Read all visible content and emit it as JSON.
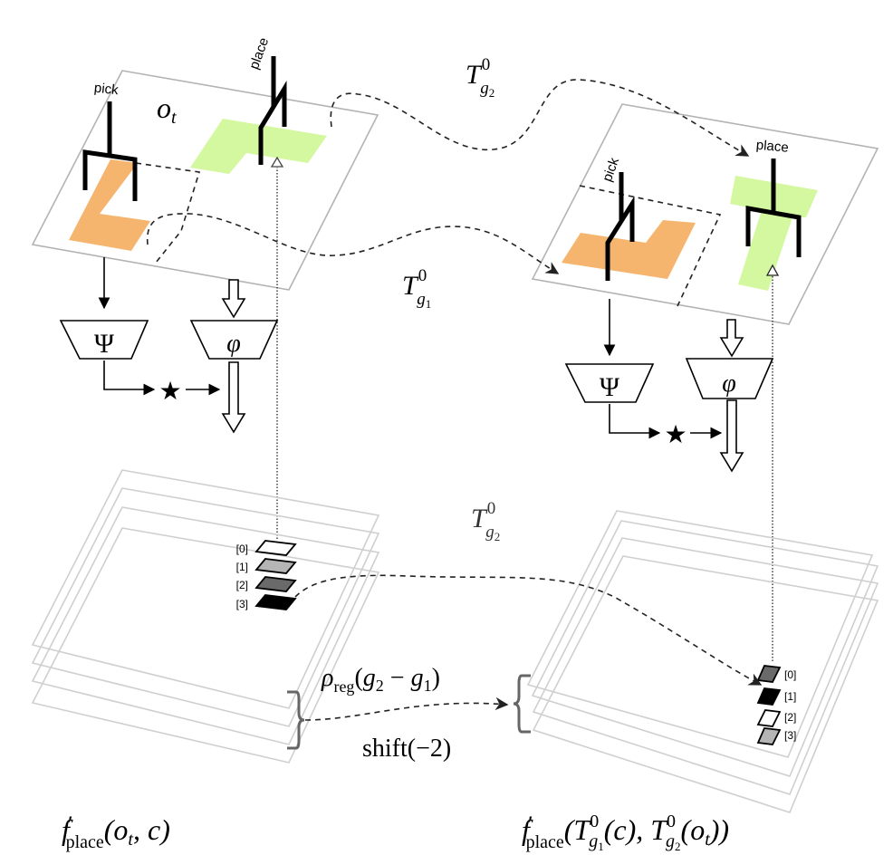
{
  "colors": {
    "pick_object": "#f5b56e",
    "place_target": "#d4f8a0",
    "plane_border": "#b3b3b3",
    "stack_border": "#cfcfcf",
    "brace": "#666666"
  },
  "left_scene": {
    "observation_label": "o",
    "observation_sub": "t",
    "pick_label": "pick",
    "place_label": "place"
  },
  "right_scene": {
    "pick_label": "pick",
    "place_label": "place"
  },
  "transforms": {
    "top": {
      "base": "T",
      "sup": "0",
      "sub": "g",
      "subsub": "2"
    },
    "middle": {
      "base": "T",
      "sup": "0",
      "sub": "g",
      "subsub": "1"
    },
    "lower": {
      "base": "T",
      "sup": "0",
      "sub": "g",
      "subsub": "2"
    }
  },
  "networks": {
    "left": {
      "psi": "Ψ",
      "phi": "φ",
      "star": "★"
    },
    "right": {
      "psi": "Ψ",
      "phi": "φ",
      "star": "★"
    }
  },
  "left_stack": {
    "cells": [
      {
        "label": "[0]",
        "shade": "#ffffff"
      },
      {
        "label": "[1]",
        "shade": "#b5b5b5"
      },
      {
        "label": "[2]",
        "shade": "#6a6a6a"
      },
      {
        "label": "[3]",
        "shade": "#000000"
      }
    ]
  },
  "right_stack": {
    "cells": [
      {
        "label": "[0]",
        "shade": "#6a6a6a"
      },
      {
        "label": "[1]",
        "shade": "#000000"
      },
      {
        "label": "[2]",
        "shade": "#ffffff"
      },
      {
        "label": "[3]",
        "shade": "#b5b5b5"
      }
    ]
  },
  "shift": {
    "rho": "ρ",
    "rho_sub": "reg",
    "rho_arg": "(g",
    "rho_arg_sub1": "2",
    "rho_minus": " − g",
    "rho_arg_sub2": "1",
    "rho_close": ")",
    "shift_text": "shift(−2)"
  },
  "captions": {
    "left": {
      "f": "f",
      "prime": "′",
      "sub": "place",
      "args": "(o",
      "args_sub": "t",
      "args_rest": ", c)"
    },
    "right": {
      "f": "f",
      "prime": "′",
      "sub": "place",
      "open": "(T",
      "t1_sup": "0",
      "t1_sub": "g",
      "t1_subsub": "1",
      "t1_arg": "(c), T",
      "t2_sup": "0",
      "t2_sub": "g",
      "t2_subsub": "2",
      "t2_arg": "(o",
      "t2_argsub": "t",
      "close": "))"
    }
  }
}
